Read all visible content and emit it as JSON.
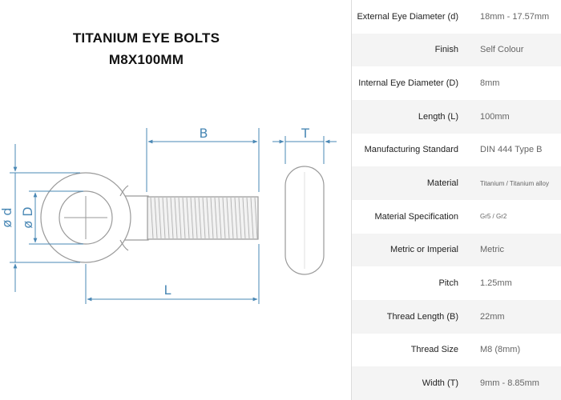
{
  "title": {
    "line1": "TITANIUM EYE BOLTS",
    "line2": "M8X100MM"
  },
  "drawing": {
    "labels": {
      "b": "B",
      "t": "T",
      "l": "L",
      "d_outer": "ø d",
      "d_inner": "ø D"
    }
  },
  "colors": {
    "outline": "#9a9a9a",
    "dimension": "#4a88b5",
    "row_alt": "#f4f4f4"
  },
  "specs": [
    {
      "label": "External Eye Diameter (d)",
      "value": "18mm - 17.57mm"
    },
    {
      "label": "Finish",
      "value": "Self Colour"
    },
    {
      "label": "Internal Eye Diameter (D)",
      "value": "8mm"
    },
    {
      "label": "Length (L)",
      "value": "100mm"
    },
    {
      "label": "Manufacturing Standard",
      "value": "DIN 444 Type B"
    },
    {
      "label": "Material",
      "value": "Titanium / Titanium alloy",
      "small": true
    },
    {
      "label": "Material Specification",
      "value": "Gr5 / Gr2",
      "small": true
    },
    {
      "label": "Metric or Imperial",
      "value": "Metric"
    },
    {
      "label": "Pitch",
      "value": "1.25mm"
    },
    {
      "label": "Thread Length (B)",
      "value": "22mm"
    },
    {
      "label": "Thread Size",
      "value": "M8 (8mm)"
    },
    {
      "label": "Width (T)",
      "value": "9mm - 8.85mm"
    }
  ]
}
